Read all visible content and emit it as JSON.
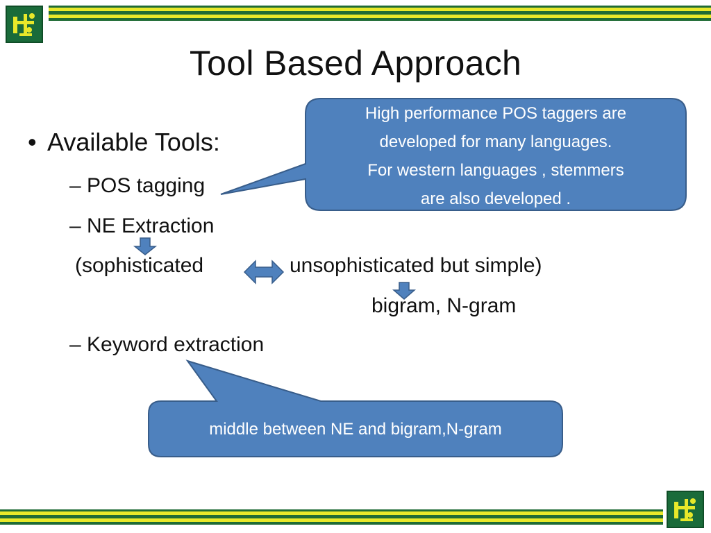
{
  "slide": {
    "title": "Tool Based Approach",
    "bullet_main": "Available Tools:",
    "sub_items": [
      "– POS tagging",
      "– NE Extraction",
      "– Keyword extraction"
    ],
    "ne_left": "(sophisticated",
    "ne_right": "unsophisticated but simple)",
    "ne_below": "bigram, N-gram"
  },
  "callouts": {
    "top_lines": [
      "High performance POS taggers are",
      "developed  for many languages.",
      "For western languages , stemmers",
      "are also developed ."
    ],
    "bottom": "middle between NE and bigram,N-gram"
  },
  "colors": {
    "callout_fill": "#4f81bd",
    "callout_stroke": "#385d8a",
    "stripe_green": "#1f6b35",
    "stripe_yellow": "#e8e82a",
    "logo_bg": "#1a6b3a"
  },
  "icons": {
    "logo": "green-square-lab-logo",
    "down_arrow": "down-arrow-icon",
    "double_arrow": "left-right-arrow-icon"
  }
}
